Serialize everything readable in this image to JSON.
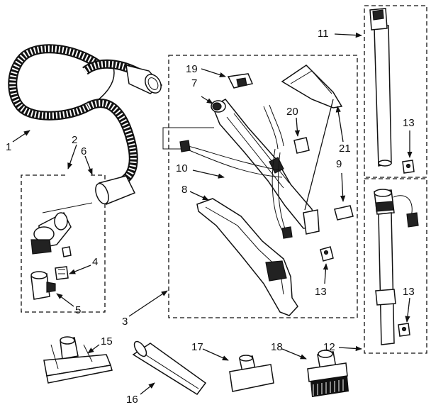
{
  "diagram": {
    "part_labels": {
      "p1": "1",
      "p2": "2",
      "p3": "3",
      "p4": "4",
      "p5": "5",
      "p6": "6",
      "p7": "7",
      "p8": "8",
      "p9": "9",
      "p10": "10",
      "p11": "11",
      "p12": "12",
      "p13a": "13",
      "p13b": "13",
      "p13c": "13",
      "p15": "15",
      "p16": "16",
      "p17": "17",
      "p18": "18",
      "p19": "19",
      "p20": "20",
      "p21": "21"
    }
  }
}
